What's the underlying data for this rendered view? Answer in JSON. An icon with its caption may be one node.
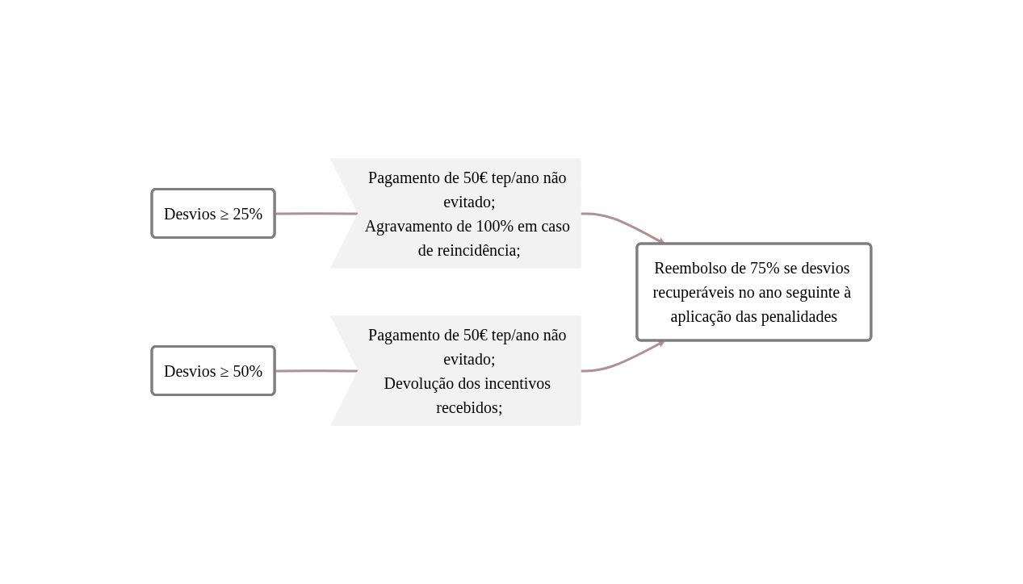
{
  "diagram": {
    "nodes": [
      {
        "text": [
          "Desvios ≥ 25%"
        ]
      },
      {
        "text": [
          "Pagamento de 50€ tep/ano não evitado;",
          "Agravamento de 100% em caso de reincidência;"
        ]
      },
      {
        "text": [
          "Desvios ≥ 50%"
        ]
      },
      {
        "text": [
          "Pagamento de 50€ tep/ano não evitado;",
          "Devolução dos incentivos recebidos;"
        ]
      },
      {
        "text": [
          "Reembolso de 75% se desvios recuperáveis no ano seguinte à aplicação das penalidades"
        ]
      }
    ],
    "edges": [
      {
        "from": 0,
        "to": 1,
        "arrow": "none"
      },
      {
        "from": 1,
        "to": 4,
        "arrow": "to"
      },
      {
        "from": 2,
        "to": 3,
        "arrow": "none"
      },
      {
        "from": 3,
        "to": 4,
        "arrow": "to"
      }
    ]
  }
}
